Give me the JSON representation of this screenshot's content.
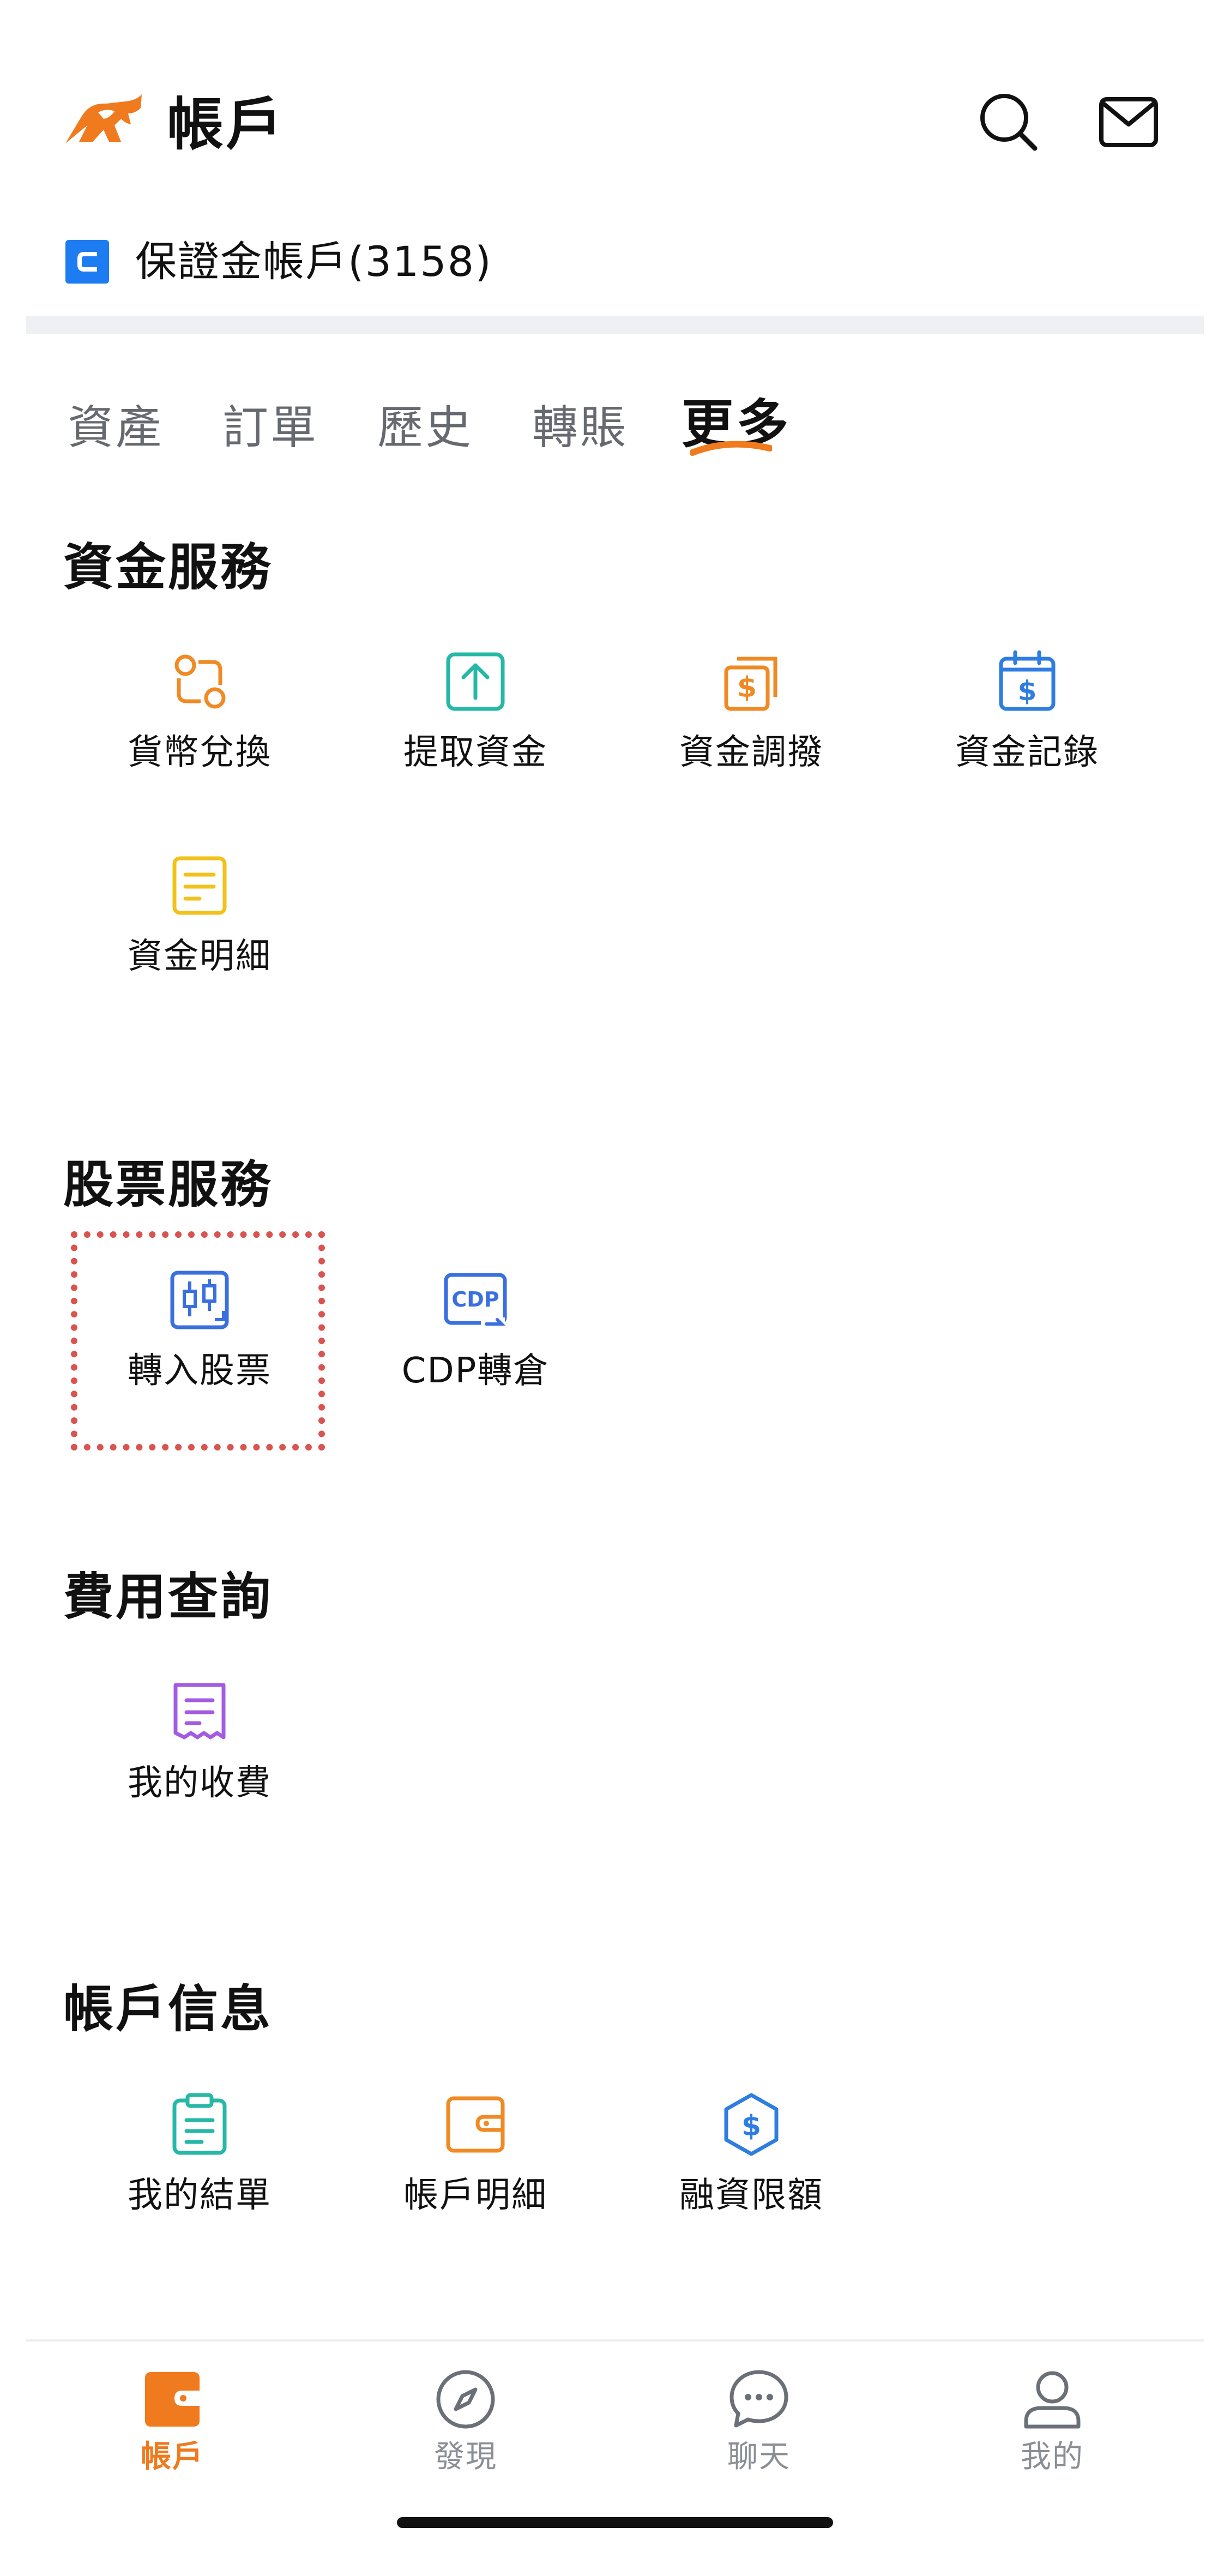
{
  "header": {
    "title": "帳戶",
    "logo_icon": "bull-logo-icon",
    "search_icon": "search-icon",
    "mail_icon": "mail-icon"
  },
  "account": {
    "label": "保證金帳戶(3158)",
    "icon": "account-card-icon",
    "icon_color": "#1e7cf2"
  },
  "tabs": [
    {
      "label": "資產"
    },
    {
      "label": "訂單"
    },
    {
      "label": "歷史"
    },
    {
      "label": "轉賬"
    },
    {
      "label": "更多",
      "active": true
    }
  ],
  "sections": {
    "funds": {
      "title": "資金服務",
      "items": [
        {
          "label": "貨幣兌換",
          "icon": "currency-exchange-icon",
          "color": "#f08a24"
        },
        {
          "label": "提取資金",
          "icon": "withdraw-upload-icon",
          "color": "#26b8a6"
        },
        {
          "label": "資金調撥",
          "icon": "fund-transfer-dollar-icon",
          "color": "#f08a24"
        },
        {
          "label": "資金記錄",
          "icon": "calendar-dollar-icon",
          "color": "#2f7de1"
        },
        {
          "label": "資金明細",
          "icon": "document-lines-icon",
          "color": "#f2c21b"
        }
      ]
    },
    "stocks": {
      "title": "股票服務",
      "items": [
        {
          "label": "轉入股票",
          "icon": "candlestick-transfer-icon",
          "color": "#3b6fe0"
        },
        {
          "label": "CDP轉倉",
          "icon": "cdp-icon",
          "color": "#3b6fe0"
        }
      ]
    },
    "fees": {
      "title": "費用查詢",
      "items": [
        {
          "label": "我的收費",
          "icon": "receipt-icon",
          "color": "#a35ce0"
        }
      ]
    },
    "account_info": {
      "title": "帳戶信息",
      "items": [
        {
          "label": "我的結單",
          "icon": "clipboard-icon",
          "color": "#26b8a6"
        },
        {
          "label": "帳戶明細",
          "icon": "wallet-icon",
          "color": "#f08a24"
        },
        {
          "label": "融資限額",
          "icon": "hexagon-dollar-icon",
          "color": "#2f7de1"
        }
      ]
    }
  },
  "bottom_nav": [
    {
      "label": "帳戶",
      "icon": "wallet-tab-icon",
      "active": true
    },
    {
      "label": "發現",
      "icon": "compass-icon"
    },
    {
      "label": "聊天",
      "icon": "chat-bubble-icon"
    },
    {
      "label": "我的",
      "icon": "person-icon"
    }
  ],
  "colors": {
    "accent": "#f07a1e",
    "highlight_border": "#d9534f",
    "inactive": "#8a8f96"
  }
}
